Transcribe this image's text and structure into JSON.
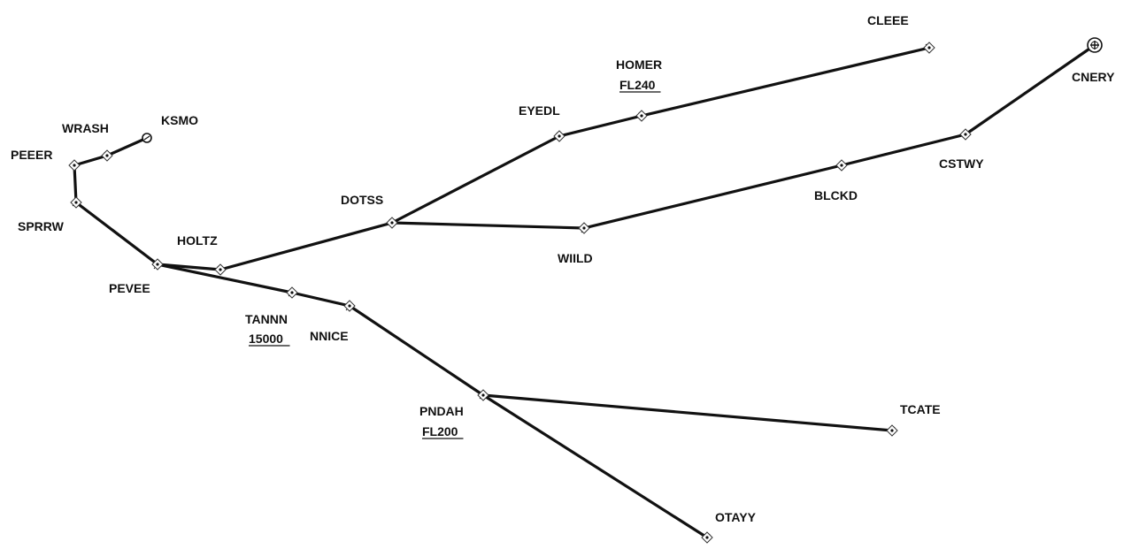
{
  "chart": {
    "routes": [
      [
        "KSMO",
        "WRASH",
        "PEEER",
        "SPRRW",
        "PEVEE"
      ],
      [
        "PEVEE",
        "HOLTZ",
        "DOTSS",
        "EYEDL",
        "HOMER",
        "CLEEE"
      ],
      [
        "DOTSS",
        "WIILD",
        "BLCKD",
        "CSTWY",
        "CNERY"
      ],
      [
        "PEVEE",
        "TANNN",
        "NNICE",
        "PNDAH",
        "OTAYY"
      ],
      [
        "PNDAH",
        "TCATE"
      ]
    ],
    "fixes": {
      "KSMO": {
        "name": "KSMO",
        "type": "airport"
      },
      "WRASH": {
        "name": "WRASH"
      },
      "PEEER": {
        "name": "PEEER"
      },
      "SPRRW": {
        "name": "SPRRW"
      },
      "PEVEE": {
        "name": "PEVEE"
      },
      "HOLTZ": {
        "name": "HOLTZ"
      },
      "DOTSS": {
        "name": "DOTSS"
      },
      "EYEDL": {
        "name": "EYEDL"
      },
      "HOMER": {
        "name": "HOMER",
        "altitude": "FL240"
      },
      "CLEEE": {
        "name": "CLEEE"
      },
      "WIILD": {
        "name": "WIILD"
      },
      "BLCKD": {
        "name": "BLCKD"
      },
      "CSTWY": {
        "name": "CSTWY"
      },
      "CNERY": {
        "name": "CNERY",
        "type": "vor"
      },
      "TANNN": {
        "name": "TANNN",
        "altitude": "15000"
      },
      "NNICE": {
        "name": "NNICE"
      },
      "PNDAH": {
        "name": "PNDAH",
        "altitude": "FL200"
      },
      "OTAYY": {
        "name": "OTAYY"
      },
      "TCATE": {
        "name": "TCATE"
      }
    }
  }
}
